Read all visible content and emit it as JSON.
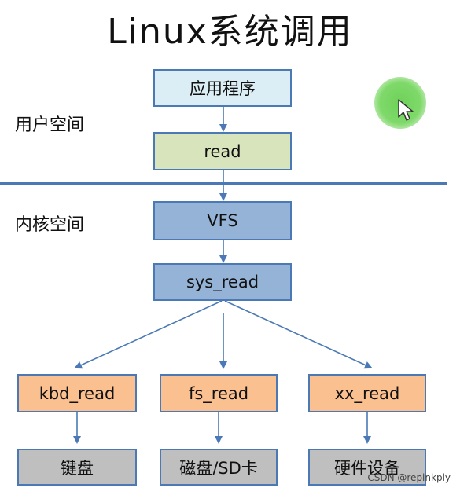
{
  "title": "Linux系统调用",
  "labels": {
    "user_space": "用户空间",
    "kernel_space": "内核空间"
  },
  "boxes": {
    "app": "应用程序",
    "read": "read",
    "vfs": "VFS",
    "sys_read": "sys_read",
    "kbd_read": "kbd_read",
    "fs_read": "fs_read",
    "xx_read": "xx_read",
    "keyboard": "键盘",
    "disk": "磁盘/SD卡",
    "hardware": "硬件设备"
  },
  "watermark": "CSDN @repinkply",
  "colors": {
    "line": "#4a79b5",
    "app_fill": "#dbeef5",
    "read_fill": "#d8e4bc",
    "kernel_fill": "#95b3d7",
    "driver_fill": "#fac090",
    "device_fill": "#bfbfbf"
  },
  "icons": [
    "cursor-icon"
  ]
}
